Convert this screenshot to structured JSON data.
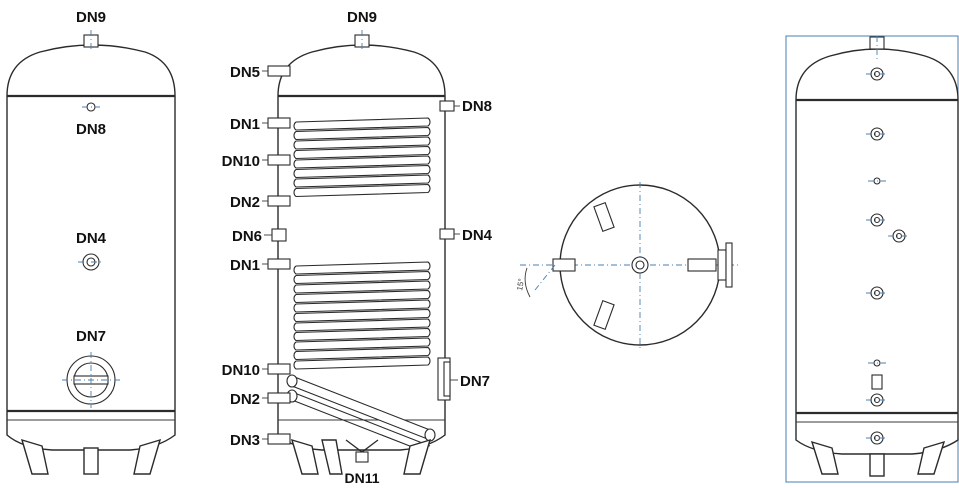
{
  "view_left": {
    "labels": {
      "dn9": "DN9",
      "dn8": "DN8",
      "dn4": "DN4",
      "dn7": "DN7"
    }
  },
  "view_section": {
    "labels": {
      "dn9": "DN9",
      "dn5": "DN5",
      "dn8": "DN8",
      "dn1_top": "DN1",
      "dn10_top": "DN10",
      "dn2_top": "DN2",
      "dn6": "DN6",
      "dn4": "DN4",
      "dn1_bottom": "DN1",
      "dn10_bottom": "DN10",
      "dn7": "DN7",
      "dn2_bottom": "DN2",
      "dn3": "DN3",
      "dn11": "DN11"
    }
  },
  "view_top": {
    "angle_label": "15°"
  },
  "colors": {
    "outline": "#2b2b2b",
    "center_line": "#4a7fb0",
    "label": "#111111",
    "frame": "#4a7fb0"
  }
}
